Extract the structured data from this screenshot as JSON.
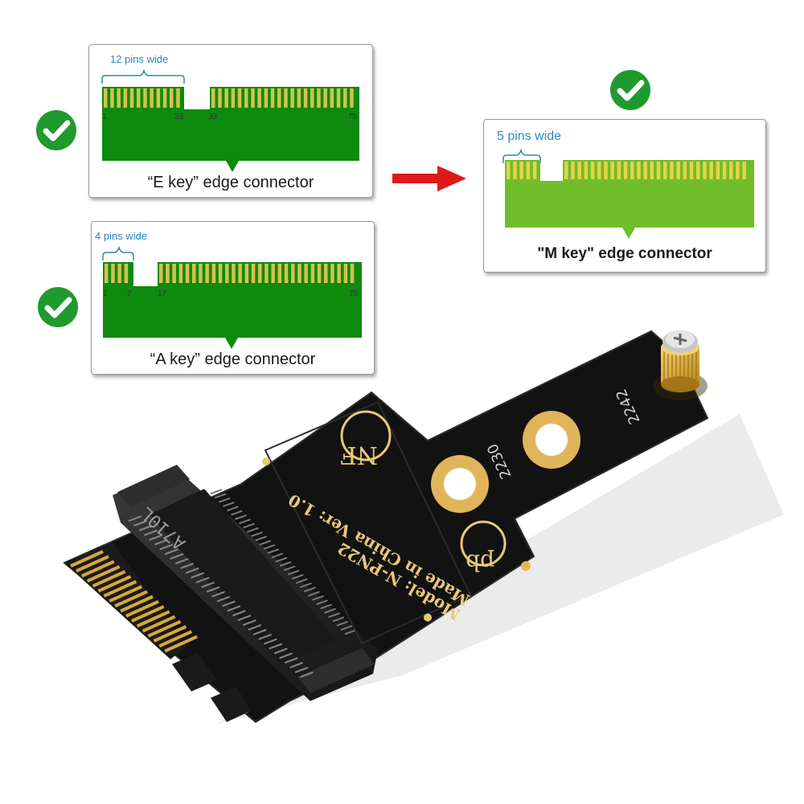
{
  "colors": {
    "pcb_green": "#0e8a0e",
    "pin_gold": "#d4c24a",
    "label_blue": "#2a88b8",
    "check_green": "#1f9a2e",
    "arrow_red": "#e01818",
    "board_black": "#121212",
    "silk_gold": "#e8c978"
  },
  "e_key": {
    "width_label": "12 pins wide",
    "pin_numbers": [
      "1",
      "23",
      "33",
      "75"
    ],
    "caption": "“E key”  edge connector"
  },
  "a_key": {
    "width_label": "4 pins wide",
    "pin_numbers": [
      "1",
      "7",
      "17",
      "75"
    ],
    "caption": "“A key”  edge connector"
  },
  "m_key": {
    "width_label": "5 pins wide",
    "caption": "\"M key\" edge connector"
  },
  "icons": {
    "check": "check-circle-icon",
    "arrow": "right-arrow-icon"
  },
  "board": {
    "connector_marking": "A710L",
    "model_text": "Model: N-PN22",
    "made_text": "Made in China Ver: 1.0",
    "logo_nf": "NF",
    "logo_pb": "pb",
    "mount_2230": "2230",
    "mount_2242": "2242"
  }
}
